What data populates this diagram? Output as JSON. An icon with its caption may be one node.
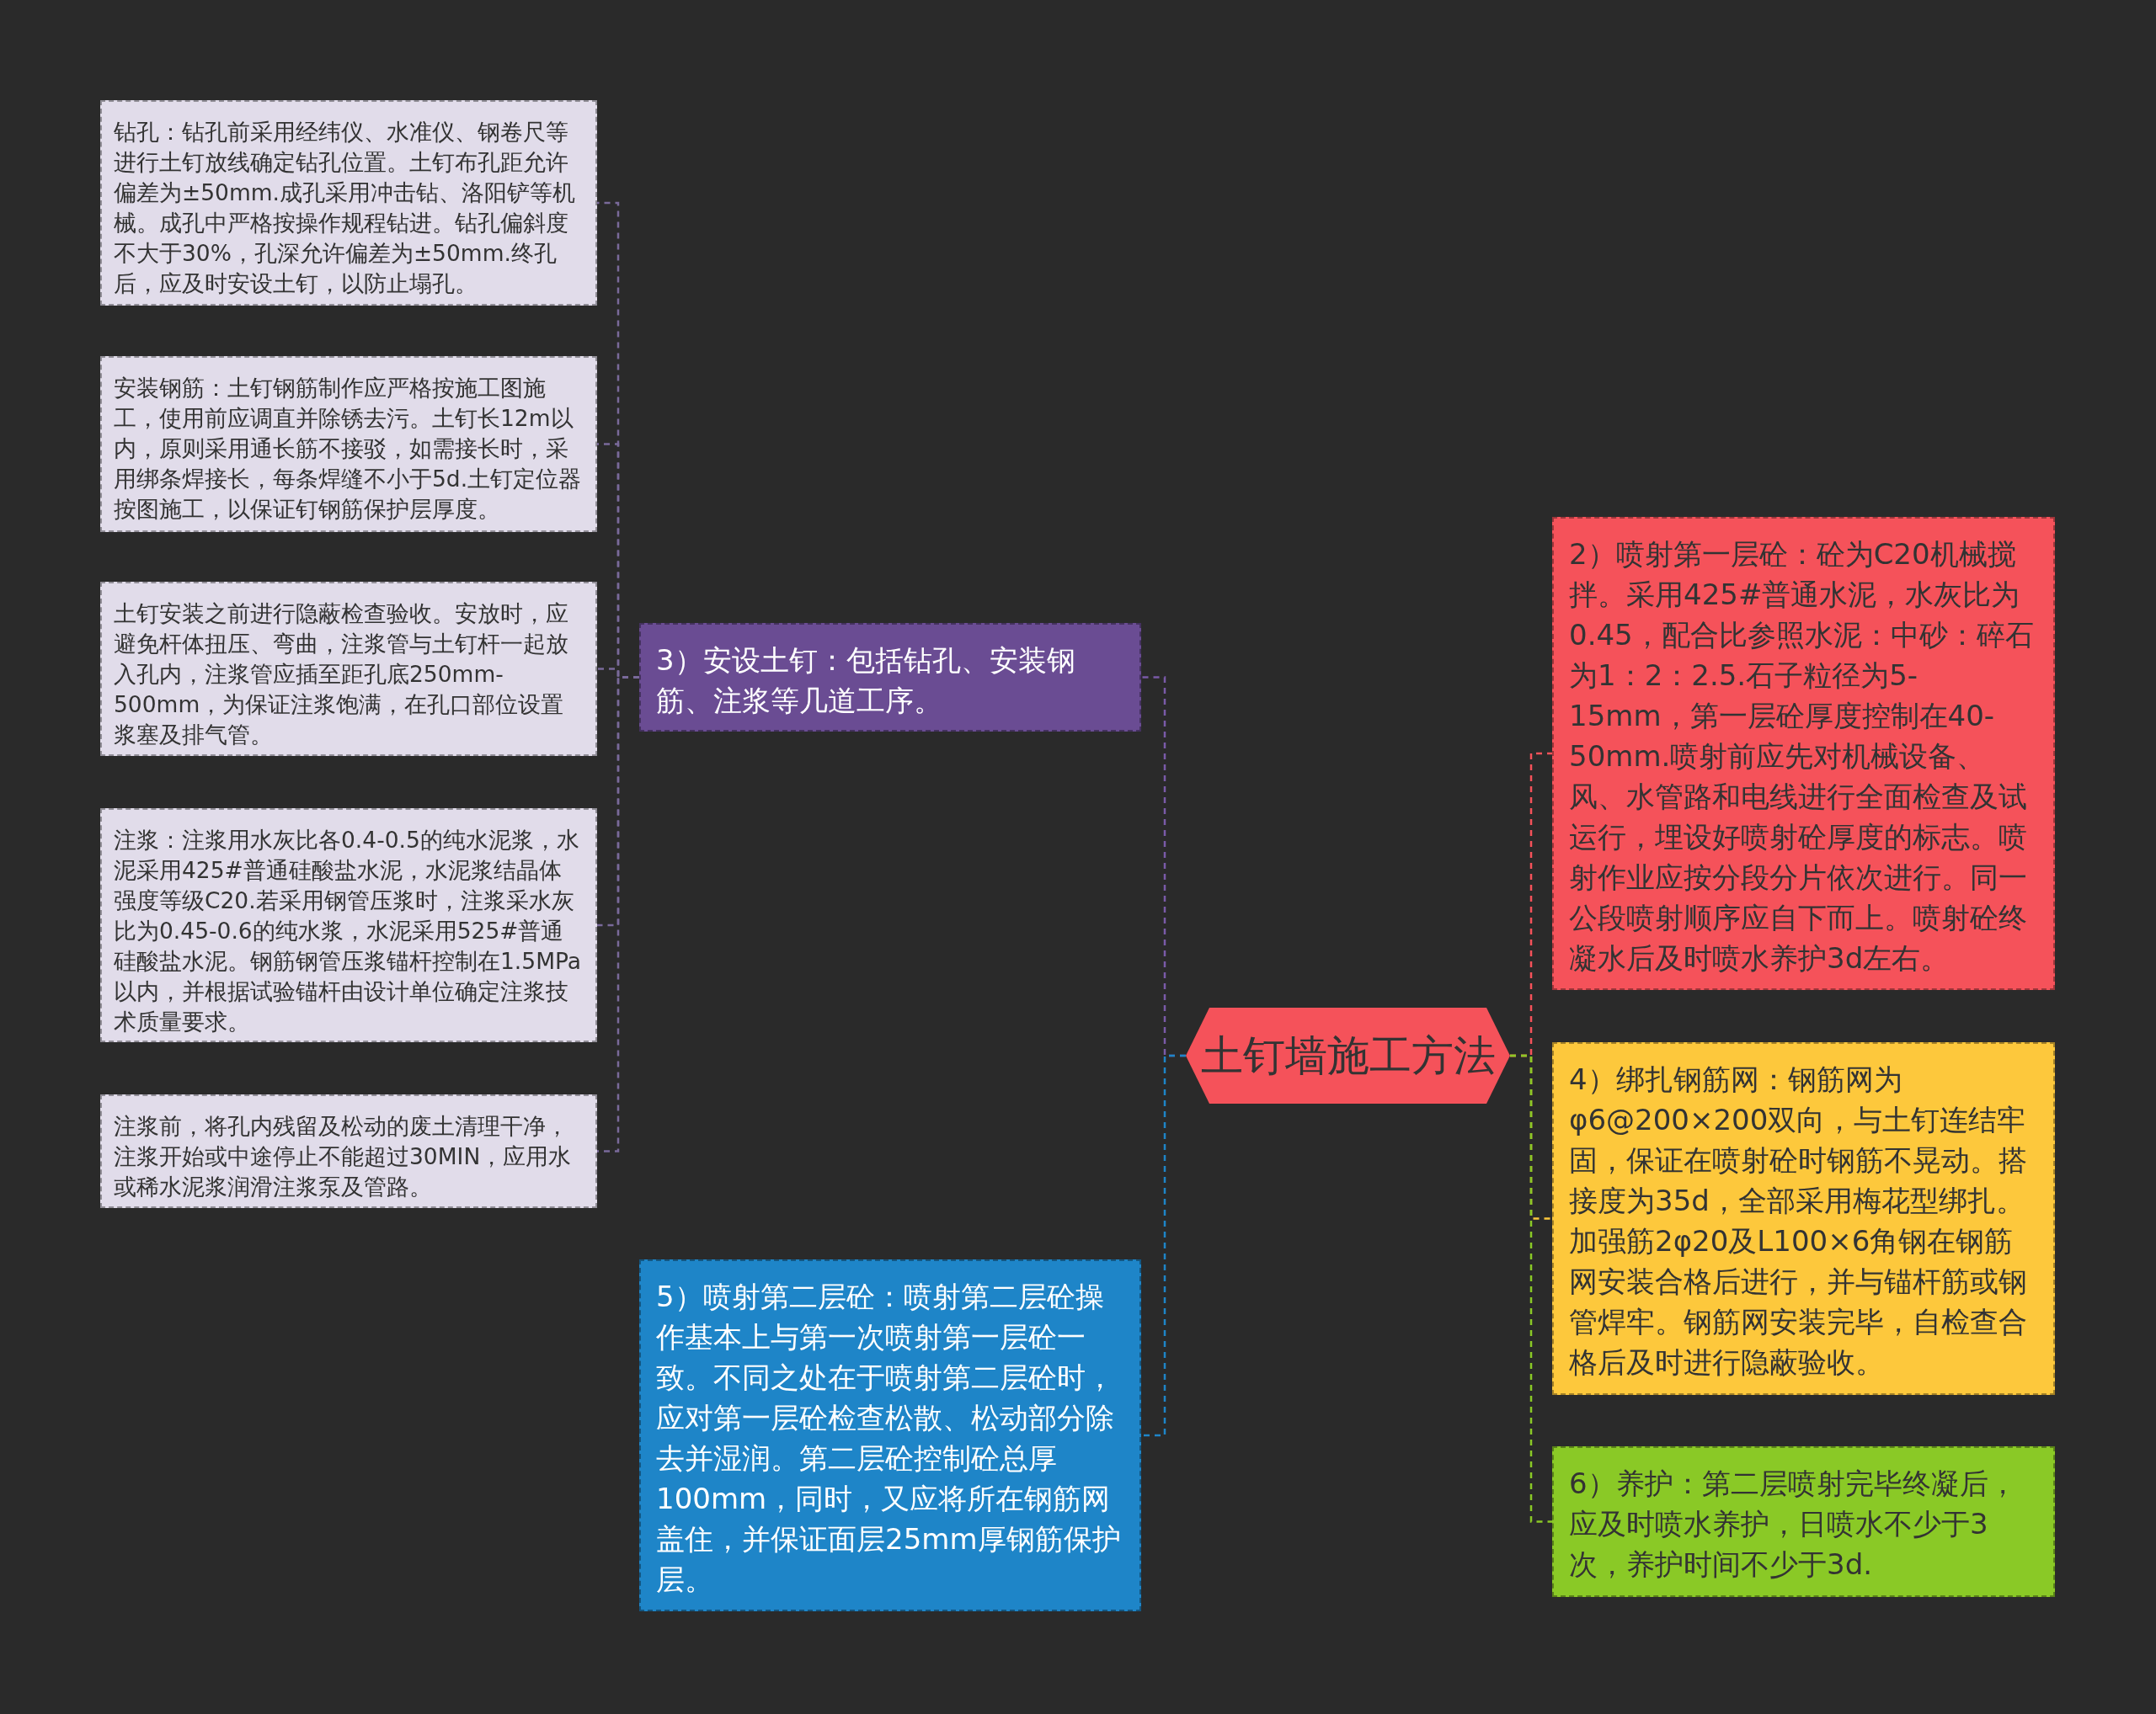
{
  "diagram": {
    "nodes": [
      {
        "text": [
          "土钉墙施工方法"
        ]
      },
      {
        "text": [
          "3）安设土钉：包括钻孔、安装钢筋、注浆等几道工序。"
        ]
      },
      {
        "text": [
          "钻孔：钻孔前采用经纬仪、水准仪、钢卷尺等进行土钉放线确定钻孔位置。土钉布孔距允许偏差为±50mm.成孔采用冲击钻、洛阳铲等机械。成孔中严格按操作规程钻进。钻孔偏斜度不大于30%，孔深允许偏差为±50mm.终孔后，应及时安设土钉，以防止塌孔。"
        ]
      },
      {
        "text": [
          "安装钢筋：土钉钢筋制作应严格按施工图施工，使用前应调直并除锈去污。土钉长12m以内，原则采用通长筋不接驳，如需接长时，采用绑条焊接长，每条焊缝不小于5d.土钉定位器按图施工，以保证钉钢筋保护层厚度。"
        ]
      },
      {
        "text": [
          "土钉安装之前进行隐蔽检查验收。安放时，应避免杆体扭压、弯曲，注浆管与土钉杆一起放入孔内，注浆管应插至距孔底250mm-500mm，为保证注浆饱满，在孔口部位设置浆塞及排气管。"
        ]
      },
      {
        "text": [
          "注浆：注浆用水灰比各0.4-0.5的纯水泥浆，水泥采用425#普通硅酸盐水泥，水泥浆结晶体强度等级C20.若采用钢管压浆时，注浆采水灰比为0.45-0.6的纯水浆，水泥采用525#普通硅酸盐水泥。钢筋钢管压浆锚杆控制在1.5MPa以内，并根据试验锚杆由设计单位确定注浆技术质量要求。"
        ]
      },
      {
        "text": [
          "注浆前，将孔内残留及松动的废土清理干净，注浆开始或中途停止不能超过30MIN，应用水或稀水泥浆润滑注浆泵及管路。"
        ]
      },
      {
        "text": [
          "5）喷射第二层砼：喷射第二层砼操作基本上与第一次喷射第一层砼一致。不同之处在于喷射第二层砼时，应对第一层砼检查松散、松动部分除去并湿润。第二层砼控制砼总厚100mm，同时，又应将所在钢筋网盖住，并保证面层25mm厚钢筋保护层。"
        ]
      },
      {
        "text": [
          "2）喷射第一层砼：砼为C20机械搅拌。采用425#普通水泥，水灰比为0.45，配合比参照水泥：中砂：碎石为1：2：2.5.石子粒径为5-15mm，第一层砼厚度控制在40-50mm.喷射前应先对机械设备、风、水管路和电线进行全面检查及试运行，埋设好喷射砼厚度的标志。喷射作业应按分段分片依次进行。同一公段喷射顺序应自下而上。喷射砼终凝水后及时喷水养护3d左右。"
        ]
      },
      {
        "text": [
          "4）绑扎钢筋网：钢筋网为φ6@200×200双向，与土钉连结牢固，保证在喷射砼时钢筋不晃动。搭接度为35d，全部采用梅花型绑扎。加强筋2φ20及L100×6角钢在钢筋网安装合格后进行，并与锚杆筋或钢管焊牢。钢筋网安装完毕，自检查合格后及时进行隐蔽验收。"
        ]
      },
      {
        "text": [
          "6）养护：第二层喷射完毕终凝后，应及时喷水养护，日喷水不少于3次，养护时间不少于3d."
        ]
      }
    ],
    "edges": [
      {
        "from": 0,
        "to": 1,
        "arrow": "none",
        "color": "#7a5aa8"
      },
      {
        "from": 0,
        "to": 7,
        "arrow": "none",
        "color": "#1e85c8"
      },
      {
        "from": 0,
        "to": 8,
        "arrow": "none",
        "color": "#f5525a"
      },
      {
        "from": 0,
        "to": 9,
        "arrow": "none",
        "color": "#fdc83c"
      },
      {
        "from": 0,
        "to": 10,
        "arrow": "none",
        "color": "#8ac926"
      },
      {
        "from": 1,
        "to": 2,
        "arrow": "none",
        "color": "#7a6a9a"
      },
      {
        "from": 1,
        "to": 3,
        "arrow": "none",
        "color": "#7a6a9a"
      },
      {
        "from": 1,
        "to": 4,
        "arrow": "none",
        "color": "#7a6a9a"
      },
      {
        "from": 1,
        "to": 5,
        "arrow": "none",
        "color": "#7a6a9a"
      },
      {
        "from": 1,
        "to": 6,
        "arrow": "none",
        "color": "#7a6a9a"
      }
    ]
  }
}
